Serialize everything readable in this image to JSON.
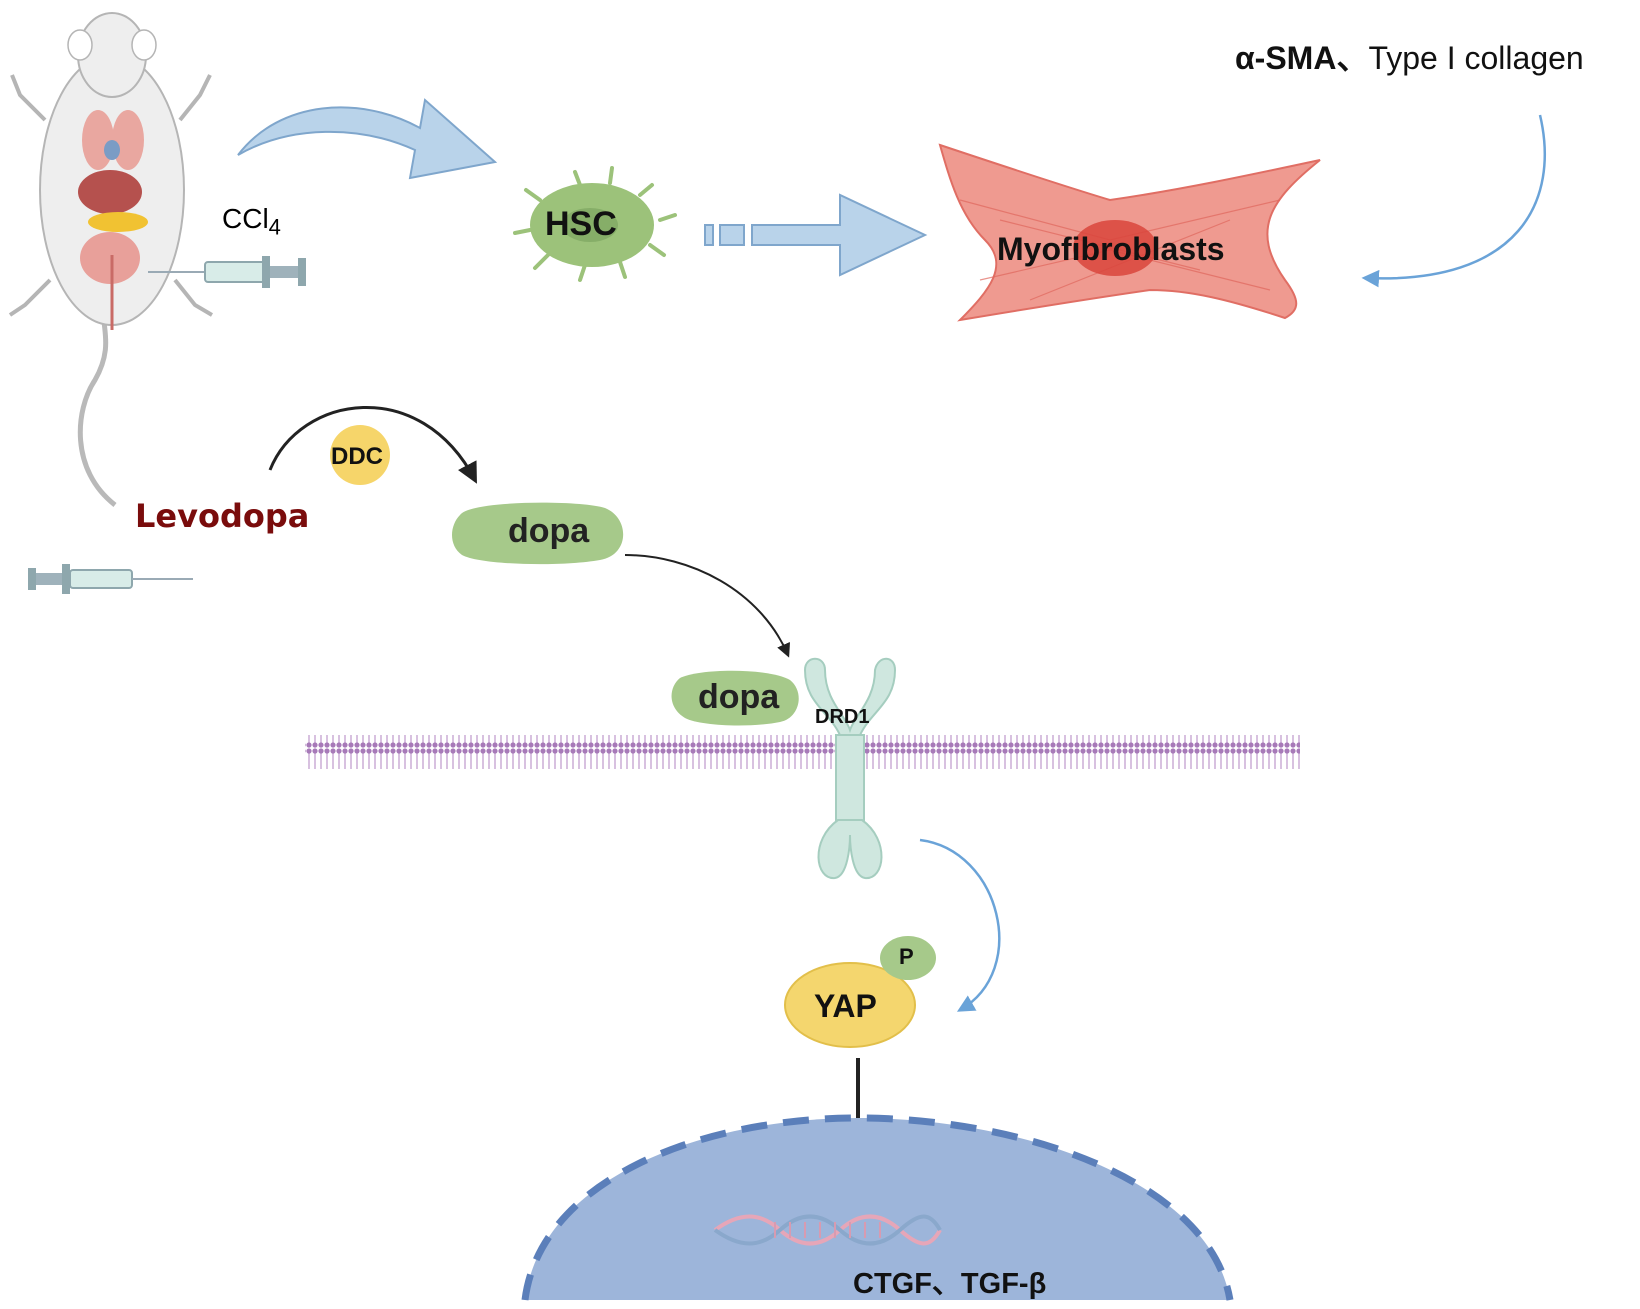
{
  "labels": {
    "ccl4": "CCl",
    "ccl4_sub": "4",
    "hsc": "HSC",
    "myofibroblasts": "Myofibroblasts",
    "markers_bold": "α-SMA、",
    "markers_rest": "Type I collagen",
    "ddc": "DDC",
    "levodopa": "Levodopa",
    "dopa_free": "dopa",
    "dopa_bound": "dopa",
    "drd1": "DRD1",
    "p": "P",
    "yap": "YAP",
    "targets": "CTGF、TGF-β"
  },
  "colors": {
    "levodopa_text": "#7a0c0c",
    "hsc_fill": "#9cc27a",
    "myofibroblast_fill": "#ef9a90",
    "myofibroblast_nucleus": "#d9453c",
    "big_arrow_fill": "#b9d3ea",
    "big_arrow_stroke": "#7fa6cc",
    "dopa_fill": "#a6c98a",
    "ddc_fill": "#f6d56a",
    "yap_fill": "#f4d66e",
    "receptor_fill": "#cfe7df",
    "membrane": "#b48cc0",
    "nucleus_fill": "#9db5da",
    "nucleus_edge": "#5b7fba",
    "signal_arrow": "#6aa3d8"
  },
  "icons": [
    "mouse-icon",
    "syringe-icon",
    "dna-icon"
  ]
}
